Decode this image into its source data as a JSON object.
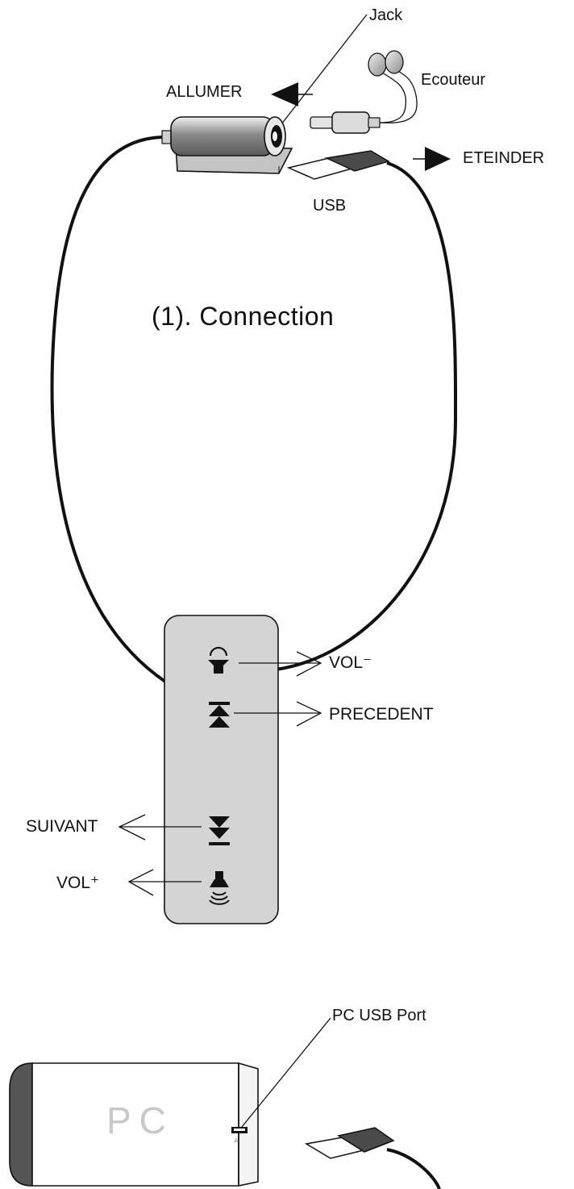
{
  "labels": {
    "jack": "Jack",
    "allumer": "ALLUMER",
    "ecouteur": "Ecouteur",
    "eteinder": "ETEINDER",
    "usb": "USB",
    "connection": "(1). Connection",
    "vol_minus": "VOL⁻",
    "precedent": "PRECEDENT",
    "suivant": "SUIVANT",
    "vol_plus": "VOL⁺",
    "pc_usb_port": "PC  USB  Port",
    "pc": "PC"
  },
  "colors": {
    "outline": "#111111",
    "device_gray": "#d4d4d4",
    "dark_gray": "#5a5a5a",
    "pc_side": "#555555",
    "pc_text": "#c8c8c8"
  },
  "icons": [
    "vol-down-icon",
    "previous-icon",
    "next-icon",
    "vol-up-icon",
    "arrow-left-icon",
    "arrow-right-icon"
  ]
}
